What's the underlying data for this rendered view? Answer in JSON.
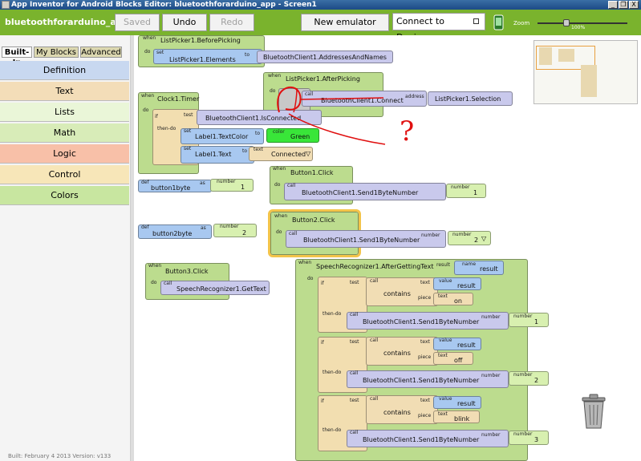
{
  "window": {
    "title": "App Inventor for Android Blocks Editor: bluetoothforarduino_app - Screen1",
    "controls": [
      "_",
      "❐",
      "X"
    ]
  },
  "toolbar": {
    "project": "bluetoothforarduino_a...",
    "saved": "Saved",
    "undo": "Undo",
    "redo": "Redo",
    "new_emulator": "New emulator",
    "connect": "Connect to Device...",
    "zoom_label": "Zoom",
    "zoom_value": "100%"
  },
  "palette": {
    "tabs": [
      "Built-In",
      "My Blocks",
      "Advanced"
    ],
    "drawers": [
      {
        "label": "Definition",
        "color": "#c8d8f0"
      },
      {
        "label": "Text",
        "color": "#f3ddb8"
      },
      {
        "label": "Lists",
        "color": "#eaf6d8"
      },
      {
        "label": "Math",
        "color": "#d8ecb8"
      },
      {
        "label": "Logic",
        "color": "#f8c0a8"
      },
      {
        "label": "Control",
        "color": "#f7e6b8"
      },
      {
        "label": "Colors",
        "color": "#c8e6a0"
      }
    ]
  },
  "built_info": "Built: February 4 2013 Version: v133",
  "blocks": {
    "bp_when": "when",
    "bp_event": "ListPicker1.BeforePicking",
    "bp_do": "do",
    "bp_set": "set",
    "bp_prop": "ListPicker1.Elements",
    "bp_to": "to",
    "bp_val": "BluetoothClient1.AddressesAndNames",
    "ap_when": "when",
    "ap_event": "ListPicker1.AfterPicking",
    "ap_do": "do",
    "ap_call": "call",
    "ap_method": "BluetoothClient1.Connect",
    "ap_address": "address",
    "ap_val": "ListPicker1.Selection",
    "ct_when": "when",
    "ct_event": "Clock1.Timer",
    "ct_do": "do",
    "ct_if": "if",
    "ct_test": "test",
    "ct_cond": "BluetoothClient1.IsConnected",
    "ct_thendo": "then-do",
    "ct_set1": "set",
    "ct_prop1": "Label1.TextColor",
    "ct_to1": "to",
    "ct_colorlbl": "color",
    "ct_color": "Green",
    "ct_set2": "set",
    "ct_prop2": "Label1.Text",
    "ct_to2": "to",
    "ct_textlbl": "text",
    "ct_text": "Connected",
    "b1_def": "def",
    "b1_name": "button1byte",
    "b1_as": "as",
    "b1_numlbl": "number",
    "b1_num": "1",
    "b1c_when": "when",
    "b1c_event": "Button1.Click",
    "b1c_do": "do",
    "b1c_call": "call",
    "b1c_method": "BluetoothClient1.Send1ByteNumber",
    "b1c_numlbl": "number",
    "b1c_num": "1",
    "b2_def": "def",
    "b2_name": "button2byte",
    "b2_as": "as",
    "b2_numlbl": "number",
    "b2_num": "2",
    "b2c_when": "when",
    "b2c_event": "Button2.Click",
    "b2c_do": "do",
    "b2c_call": "call",
    "b2c_method": "BluetoothClient1.Send1ByteNumber",
    "b2c_numlbl": "number",
    "b2c_argnumlbl": "number",
    "b2c_num": "2",
    "b3_when": "when",
    "b3_event": "Button3.Click",
    "b3_do": "do",
    "b3_call": "call",
    "b3_method": "SpeechRecognizer1.GetText",
    "sr_when": "when",
    "sr_event": "SpeechRecognizer1.AfterGettingText",
    "sr_result": "result",
    "sr_name": "name",
    "sr_resultval": "result",
    "sr_do": "do",
    "ifs": [
      {
        "if": "if",
        "test": "test",
        "call": "call",
        "contains": "contains",
        "text": "text",
        "value": "value",
        "result": "result",
        "piece": "piece",
        "piece_text": "text",
        "piece_val": "on",
        "thendo": "then-do",
        "send_call": "call",
        "send": "BluetoothClient1.Send1ByteNumber",
        "numlbl": "number",
        "num_label": "number",
        "num": "1"
      },
      {
        "if": "if",
        "test": "test",
        "call": "call",
        "contains": "contains",
        "text": "text",
        "value": "value",
        "result": "result",
        "piece": "piece",
        "piece_text": "text",
        "piece_val": "off",
        "thendo": "then-do",
        "send_call": "call",
        "send": "BluetoothClient1.Send1ByteNumber",
        "numlbl": "number",
        "num_label": "number",
        "num": "2"
      },
      {
        "if": "if",
        "test": "test",
        "call": "call",
        "contains": "contains",
        "text": "text",
        "value": "value",
        "result": "result",
        "piece": "piece",
        "piece_text": "text",
        "piece_val": "blink",
        "thendo": "then-do",
        "send_call": "call",
        "send": "BluetoothClient1.Send1ByteNumber",
        "numlbl": "number",
        "num_label": "number",
        "num": "3"
      }
    ]
  },
  "annotation": {
    "question": "?",
    "color": "#e01010"
  }
}
